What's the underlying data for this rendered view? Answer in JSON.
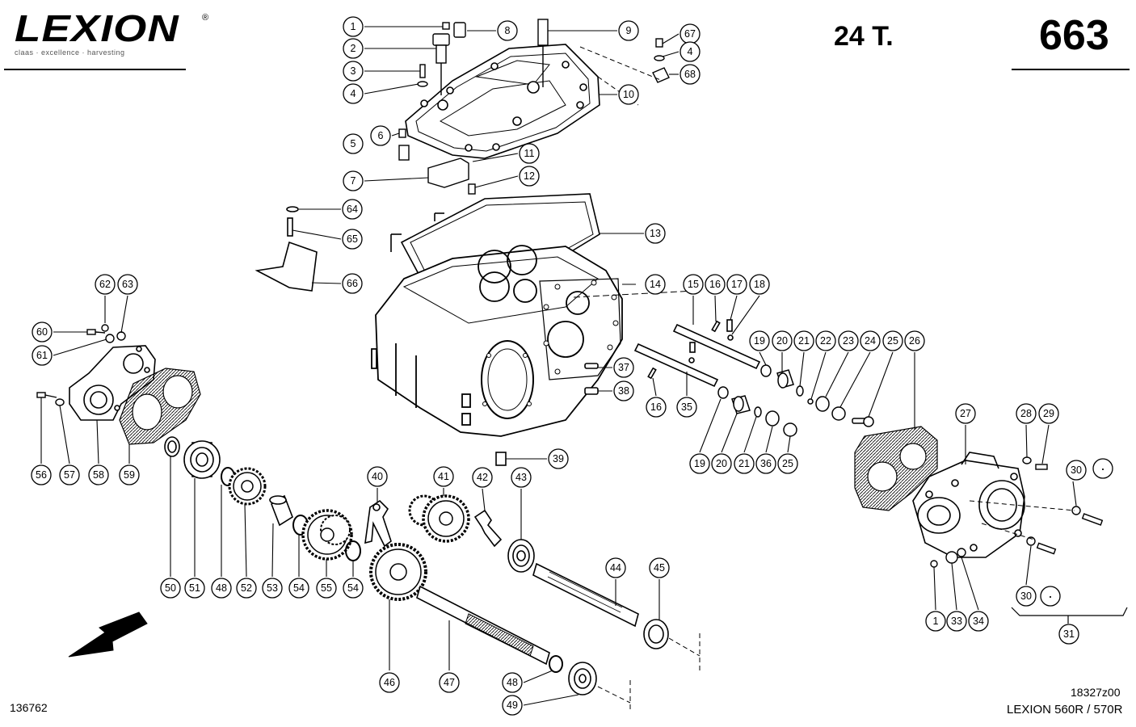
{
  "header": {
    "brand": "LEXION",
    "brand_mark": "®",
    "brand_sub": "claas · excellence · harvesting",
    "weight": "24 T.",
    "page": "663"
  },
  "footer": {
    "drawing_id": "18327z00",
    "model": "LEXION 560R / 570R",
    "catalog_no": "136762"
  },
  "callouts": {
    "c1a": "1",
    "c2": "2",
    "c3": "3",
    "c4a": "4",
    "c5": "5",
    "c6": "6",
    "c7": "7",
    "c8": "8",
    "c9": "9",
    "c10": "10",
    "c11": "11",
    "c12": "12",
    "c13": "13",
    "c14": "14",
    "c15": "15",
    "c16a": "16",
    "c17": "17",
    "c18": "18",
    "c19a": "19",
    "c20a": "20",
    "c21a": "21",
    "c22": "22",
    "c23": "23",
    "c24": "24",
    "c25a": "25",
    "c26": "26",
    "c27": "27",
    "c28": "28",
    "c29": "29",
    "c30a": "30",
    "c30b": "30",
    "c31": "31",
    "c1b": "1",
    "c33": "33",
    "c34": "34",
    "c35": "35",
    "c16b": "16",
    "c37": "37",
    "c38": "38",
    "c39": "39",
    "c19b": "19",
    "c20b": "20",
    "c21b": "21",
    "c36": "36",
    "c25b": "25",
    "c40": "40",
    "c41": "41",
    "c42": "42",
    "c43": "43",
    "c44": "44",
    "c45": "45",
    "c46": "46",
    "c47": "47",
    "c48a": "48",
    "c49": "49",
    "c50": "50",
    "c51": "51",
    "c48b": "48",
    "c52": "52",
    "c53": "53",
    "c54a": "54",
    "c55": "55",
    "c54b": "54",
    "c56": "56",
    "c57": "57",
    "c58": "58",
    "c59": "59",
    "c60": "60",
    "c61": "61",
    "c62": "62",
    "c63": "63",
    "c64": "64",
    "c65": "65",
    "c66": "66",
    "c67": "67",
    "c4b": "4",
    "c68": "68",
    "cdot1": "·",
    "cdot2": "·"
  }
}
